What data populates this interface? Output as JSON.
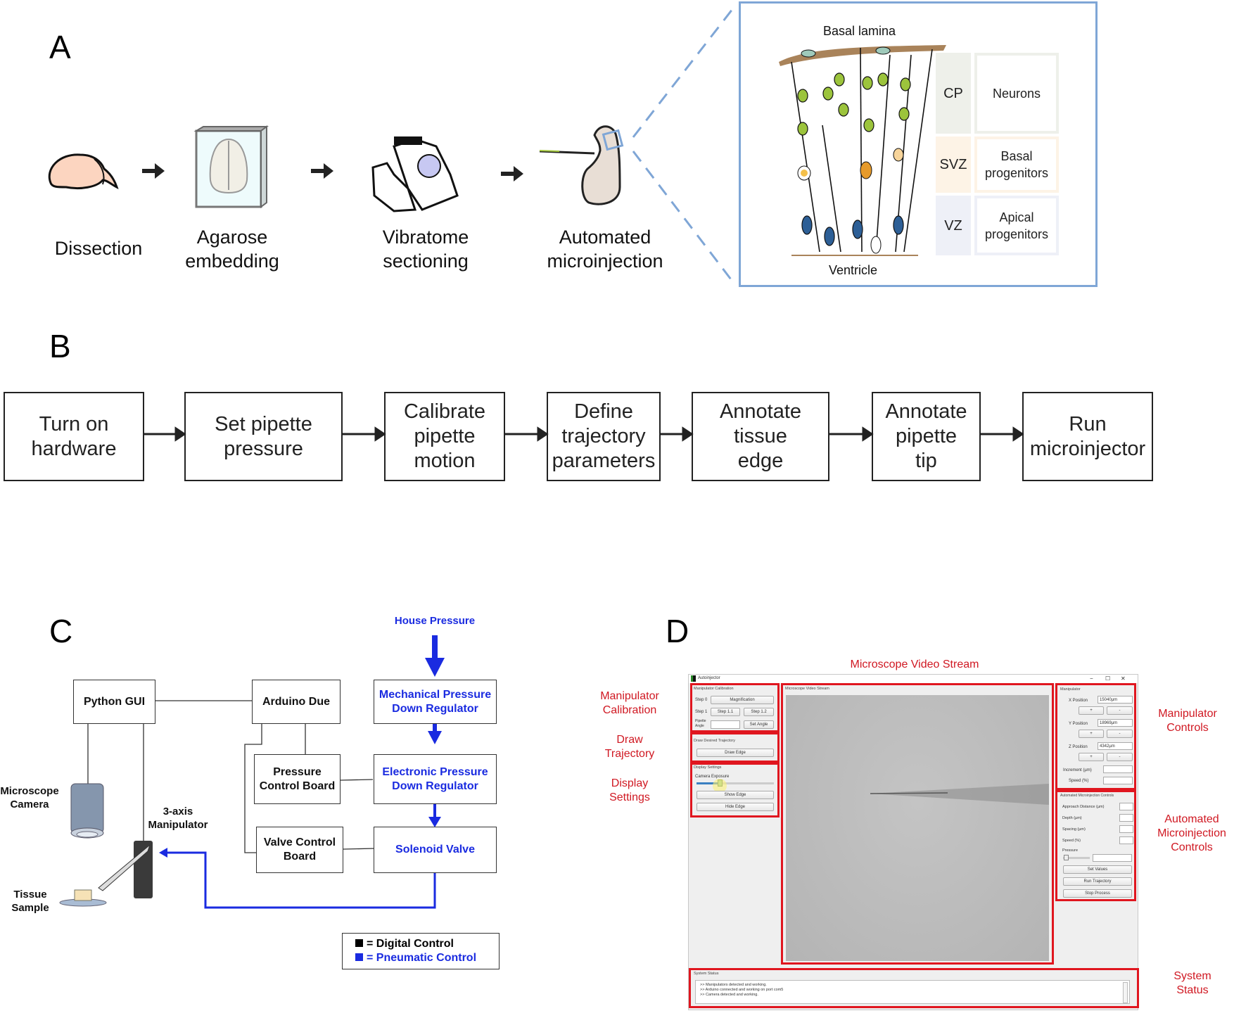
{
  "panels": {
    "a": "A",
    "b": "B",
    "c": "C",
    "d": "D"
  },
  "panel_a": {
    "steps": [
      {
        "label": "Dissection"
      },
      {
        "label": "Agarose\nembedding"
      },
      {
        "label": "Vibratome\nsectioning"
      },
      {
        "label": "Automated\nmicroinjection"
      }
    ],
    "inset": {
      "top_label": "Basal lamina",
      "bottom_label": "Ventricle",
      "zones": [
        {
          "abbr": "CP",
          "desc": "Neurons",
          "color": "#eef0ea"
        },
        {
          "abbr": "SVZ",
          "desc": "Basal\nprogenitors",
          "color": "#fdf3e6"
        },
        {
          "abbr": "VZ",
          "desc": "Apical\nprogenitors",
          "color": "#eef0f7"
        }
      ]
    },
    "colors": {
      "inset_border": "#7fa6d6",
      "neuron": "#9cc43c",
      "basal": "#e69a2a",
      "apical": "#2d5f96",
      "lamina": "#a9835a"
    }
  },
  "panel_b": {
    "steps": [
      "Turn on\nhardware",
      "Set pipette\npressure",
      "Calibrate\npipette\nmotion",
      "Define\ntrajectory\nparameters",
      "Annotate\ntissue\nedge",
      "Annotate\npipette\ntip",
      "Run\nmicroinjector"
    ]
  },
  "panel_c": {
    "house_pressure": "House Pressure",
    "python_gui": "Python GUI",
    "arduino": "Arduino Due",
    "mech_reg": "Mechanical Pressure\nDown Regulator",
    "pressure_board": "Pressure\nControl Board",
    "elec_reg": "Electronic Pressure\nDown Regulator",
    "valve_board": "Valve Control\nBoard",
    "solenoid": "Solenoid Valve",
    "camera": "Microscope\nCamera",
    "manipulator": "3-axis\nManipulator",
    "tissue": "Tissue\nSample",
    "legend": [
      {
        "label": "= Digital Control",
        "color": "#000000"
      },
      {
        "label": "= Pneumatic  Control",
        "color": "#1a2be0"
      }
    ]
  },
  "panel_d": {
    "annotations": {
      "video_stream": "Microscope Video Stream",
      "manip_calibration": "Manipulator\nCalibration",
      "draw_trajectory": "Draw\nTrajectory",
      "display_settings": "Display\nSettings",
      "manip_controls": "Manipulator\nControls",
      "auto_controls": "Automated\nMicroinjection\nControls",
      "system_status": "System\nStatus"
    },
    "window": {
      "title": "Autoinjector",
      "controls": [
        "−",
        "☐",
        "✕"
      ],
      "calibration": {
        "group": "Manipulator Calibration",
        "step0": "Step 0",
        "magnification": "Magnification",
        "step1": "Step 1",
        "step11": "Step 1.1",
        "step12": "Step 1.2",
        "pipette_angle": "Pipette\nAngle",
        "angle_value": "",
        "set_angle": "Set Angle"
      },
      "trajectory": {
        "group": "Draw Desired Trajectory",
        "draw_edge": "Draw Edge"
      },
      "display": {
        "group": "Display Settings",
        "exposure": "Camera Exposure",
        "exposure_level": 0.3,
        "show_edge": "Show Edge",
        "hide_edge": "Hide Edge"
      },
      "video": {
        "group": "Microscope Video Stream"
      },
      "manipulator": {
        "group": "Manipulator",
        "x_label": "X Position",
        "x_value": "15040µm",
        "y_label": "Y Position",
        "y_value": "18969µm",
        "z_label": "Z Position",
        "z_value": "4342µm",
        "plus": "+",
        "minus": "-",
        "increment": "Increment (µm)",
        "increment_value": "",
        "speed": "Speed (%)",
        "speed_value": ""
      },
      "auto": {
        "group": "Automated Microinjection Controls",
        "approach": "Approach Distance (µm)",
        "depth": "Depth (µm)",
        "spacing": "Spacing (µm)",
        "speed": "Speed (%)",
        "pressure": "Pressure",
        "pressure_level": 0.05,
        "set_values": "Set Values",
        "run_trajectory": "Run Trajectory",
        "stop_process": "Stop Process"
      },
      "status": {
        "group": "System Status",
        "lines": [
          ">> Manipulators detected and working.",
          ">> Arduino connected and working on port com5",
          ">> Camera detected and working."
        ]
      }
    },
    "highlight_color": "#e0161f"
  }
}
